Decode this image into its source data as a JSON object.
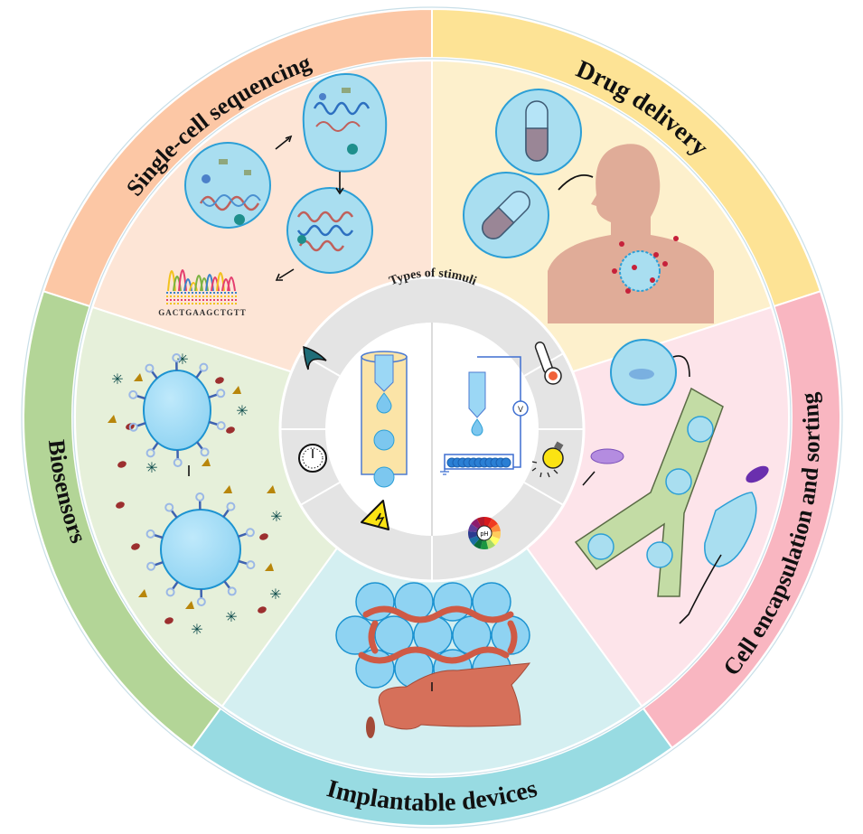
{
  "figure": {
    "title": "Applications of stimuli-responsive droplet microfluidics",
    "center": {
      "title": "Types of stimuli",
      "stimuli": [
        {
          "name": "magnetic",
          "icon": "magnet-icon"
        },
        {
          "name": "temperature",
          "icon": "thermometer-icon"
        },
        {
          "name": "pressure",
          "icon": "pressure-gauge-icon"
        },
        {
          "name": "light",
          "icon": "light-bulb-icon"
        },
        {
          "name": "electric",
          "icon": "high-voltage-icon"
        },
        {
          "name": "pH",
          "icon": "ph-wheel-icon",
          "label": "pH"
        }
      ],
      "panels": {
        "left": "co-flow droplet generation",
        "right": "electrospray droplet generation",
        "voltage_label": "V"
      }
    },
    "segments": [
      {
        "id": "sequencing",
        "label": "Single-cell sequencing",
        "band_color": "#fcc7a5",
        "fill_color": "#fde5d6",
        "sequence": "GACTGAAGCTGTT"
      },
      {
        "id": "drug",
        "label": "Drug delivery",
        "band_color": "#fde395",
        "fill_color": "#fdf0cc"
      },
      {
        "id": "cell",
        "label": "Cell encapsulation and sorting",
        "band_color": "#f9b6c1",
        "fill_color": "#fde4ea"
      },
      {
        "id": "implant",
        "label": "Implantable devices",
        "band_color": "#98dbe2",
        "fill_color": "#d4eff1"
      },
      {
        "id": "biosensor",
        "label": "Biosensors",
        "band_color": "#b3d597",
        "fill_color": "#e6f0da"
      }
    ]
  }
}
